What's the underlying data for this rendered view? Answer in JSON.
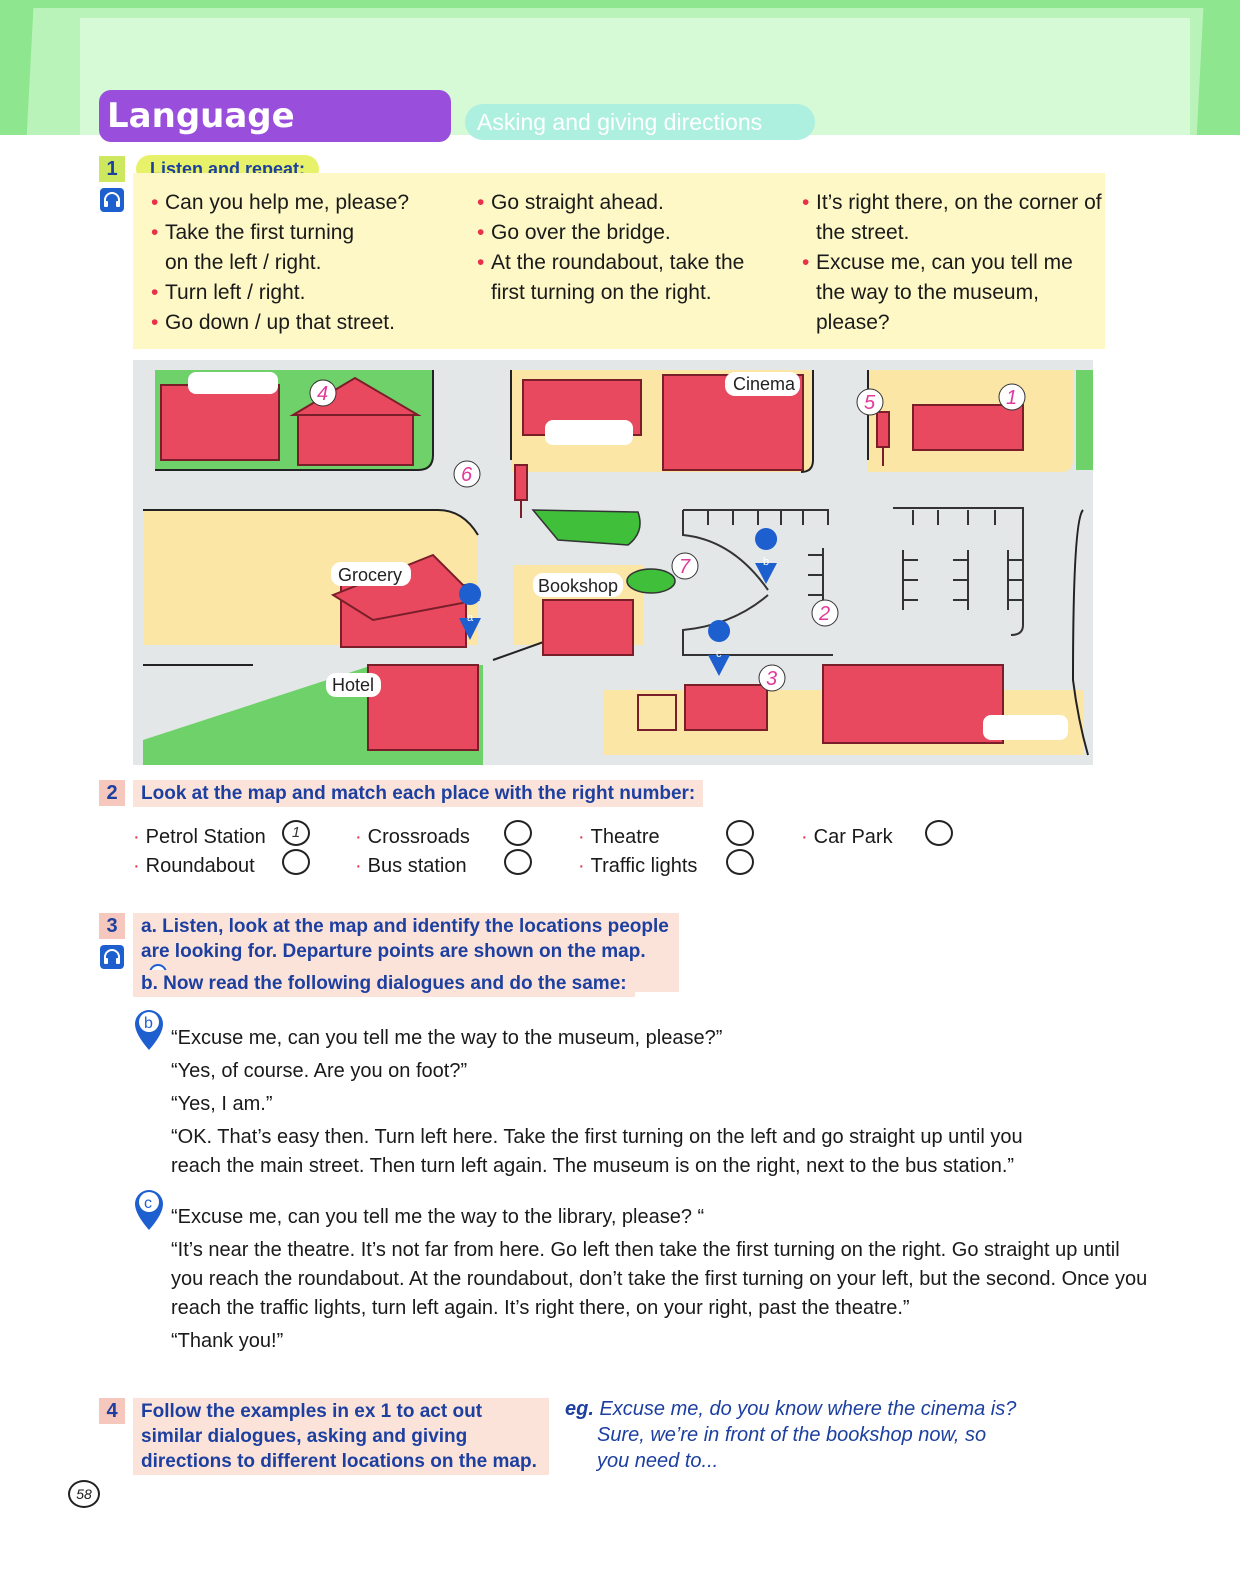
{
  "header": {
    "title": "Language practice",
    "subtitle": "Asking and giving directions"
  },
  "ex1": {
    "number": "1",
    "instruction": "Listen and repeat:",
    "col1": [
      "Can you help me, please?",
      "Take the first turning on the left / right.",
      "Turn left / right.",
      "Go down / up that street."
    ],
    "col2": [
      "Go straight ahead.",
      "Go over the bridge.",
      "At the roundabout, take the first turning on the right."
    ],
    "col3": [
      "It’s right there, on the corner of the street.",
      "Excuse me, can you tell me the way to the museum, please?"
    ]
  },
  "map": {
    "labels": {
      "cinema": "Cinema",
      "grocery": "Grocery",
      "bookshop": "Bookshop",
      "hotel": "Hotel"
    },
    "numbers": [
      "1",
      "2",
      "3",
      "4",
      "5",
      "6",
      "7"
    ],
    "pins": [
      "a",
      "b",
      "c"
    ]
  },
  "ex2": {
    "number": "2",
    "instruction": "Look at the map and match each place with the right number:",
    "items": [
      {
        "label": "Petrol Station",
        "answer": "1"
      },
      {
        "label": "Roundabout",
        "answer": ""
      },
      {
        "label": "Crossroads",
        "answer": ""
      },
      {
        "label": "Bus station",
        "answer": ""
      },
      {
        "label": "Theatre",
        "answer": ""
      },
      {
        "label": "Traffic lights",
        "answer": ""
      },
      {
        "label": "Car Park",
        "answer": ""
      }
    ]
  },
  "ex3": {
    "number": "3",
    "instruction_a_line1": "a. Listen, look at the map and identify the locations people",
    "instruction_a_line2": "are looking for. Departure points are shown on the map.",
    "instruction_a_pin": "a",
    "instruction_b": "b. Now read the following dialogues and do the same:",
    "dialogue_b": {
      "pin": "b",
      "lines": [
        "“Excuse me, can you tell me the way to the museum, please?”",
        "“Yes, of course. Are you on foot?”",
        "“Yes, I am.”",
        "“OK. That’s easy then. Turn left here. Take the first turning on the left and go straight up until you reach the main street. Then turn left again. The museum is on the right, next to the bus station.”"
      ]
    },
    "dialogue_c": {
      "pin": "c",
      "lines": [
        "“Excuse me, can you tell me the way to the library, please? “",
        "“It’s near the theatre. It’s not far from here. Go left then take the first turning on the right. Go straight up until you reach the roundabout. At the roundabout, don’t take the first turning on your left, but the second. Once you reach the traffic lights, turn left again. It’s right there, on your right, past the theatre.”",
        "“Thank you!”"
      ]
    }
  },
  "ex4": {
    "number": "4",
    "instruction": "Follow the examples in ex 1 to act out similar dialogues, asking and giving directions to different locations on the map.",
    "eg_label": "eg.",
    "eg_line1": "Excuse me, do you know where the cinema is?",
    "eg_line2": "Sure, we’re in front of the bookshop now, so",
    "eg_line3": "you need to..."
  },
  "page_number": "58",
  "colors": {
    "title_bg": "#9a4fdc",
    "instruction_text": "#1c3fa0",
    "bullet": "#e8324a",
    "building": "#e8495f",
    "map_numbers": "#e03a9a",
    "pin": "#1e5fd0"
  }
}
